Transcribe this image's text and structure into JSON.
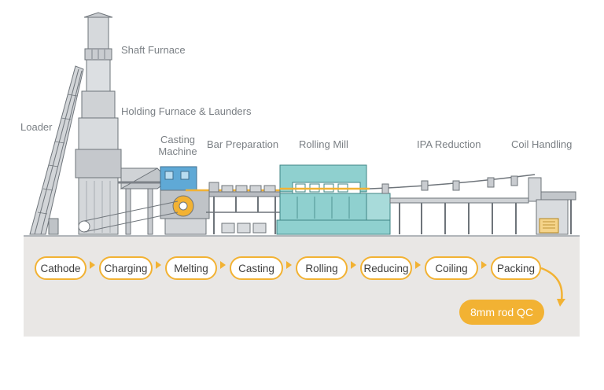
{
  "labels": {
    "shaft_furnace": "Shaft Furnace",
    "holding_furnace": "Holding Furnace & Launders",
    "loader": "Loader",
    "casting_machine_line1": "Casting",
    "casting_machine_line2": "Machine",
    "bar_preparation": "Bar Preparation",
    "rolling_mill": "Rolling Mill",
    "ipa_reduction": "IPA Reduction",
    "coil_handling": "Coil Handling"
  },
  "process_steps": [
    "Cathode",
    "Charging",
    "Melting",
    "Casting",
    "Rolling",
    "Reducing",
    "Coiling",
    "Packing"
  ],
  "final_step": "8mm rod QC",
  "colors": {
    "accent": "#f2b233",
    "machine_teal": "#8fd0cf",
    "machine_blue": "#5fa9d6",
    "steel": "#c9ccd0",
    "steel_dark": "#7d8288",
    "ground": "#e7e5e3",
    "label_text": "#7a7f84"
  }
}
